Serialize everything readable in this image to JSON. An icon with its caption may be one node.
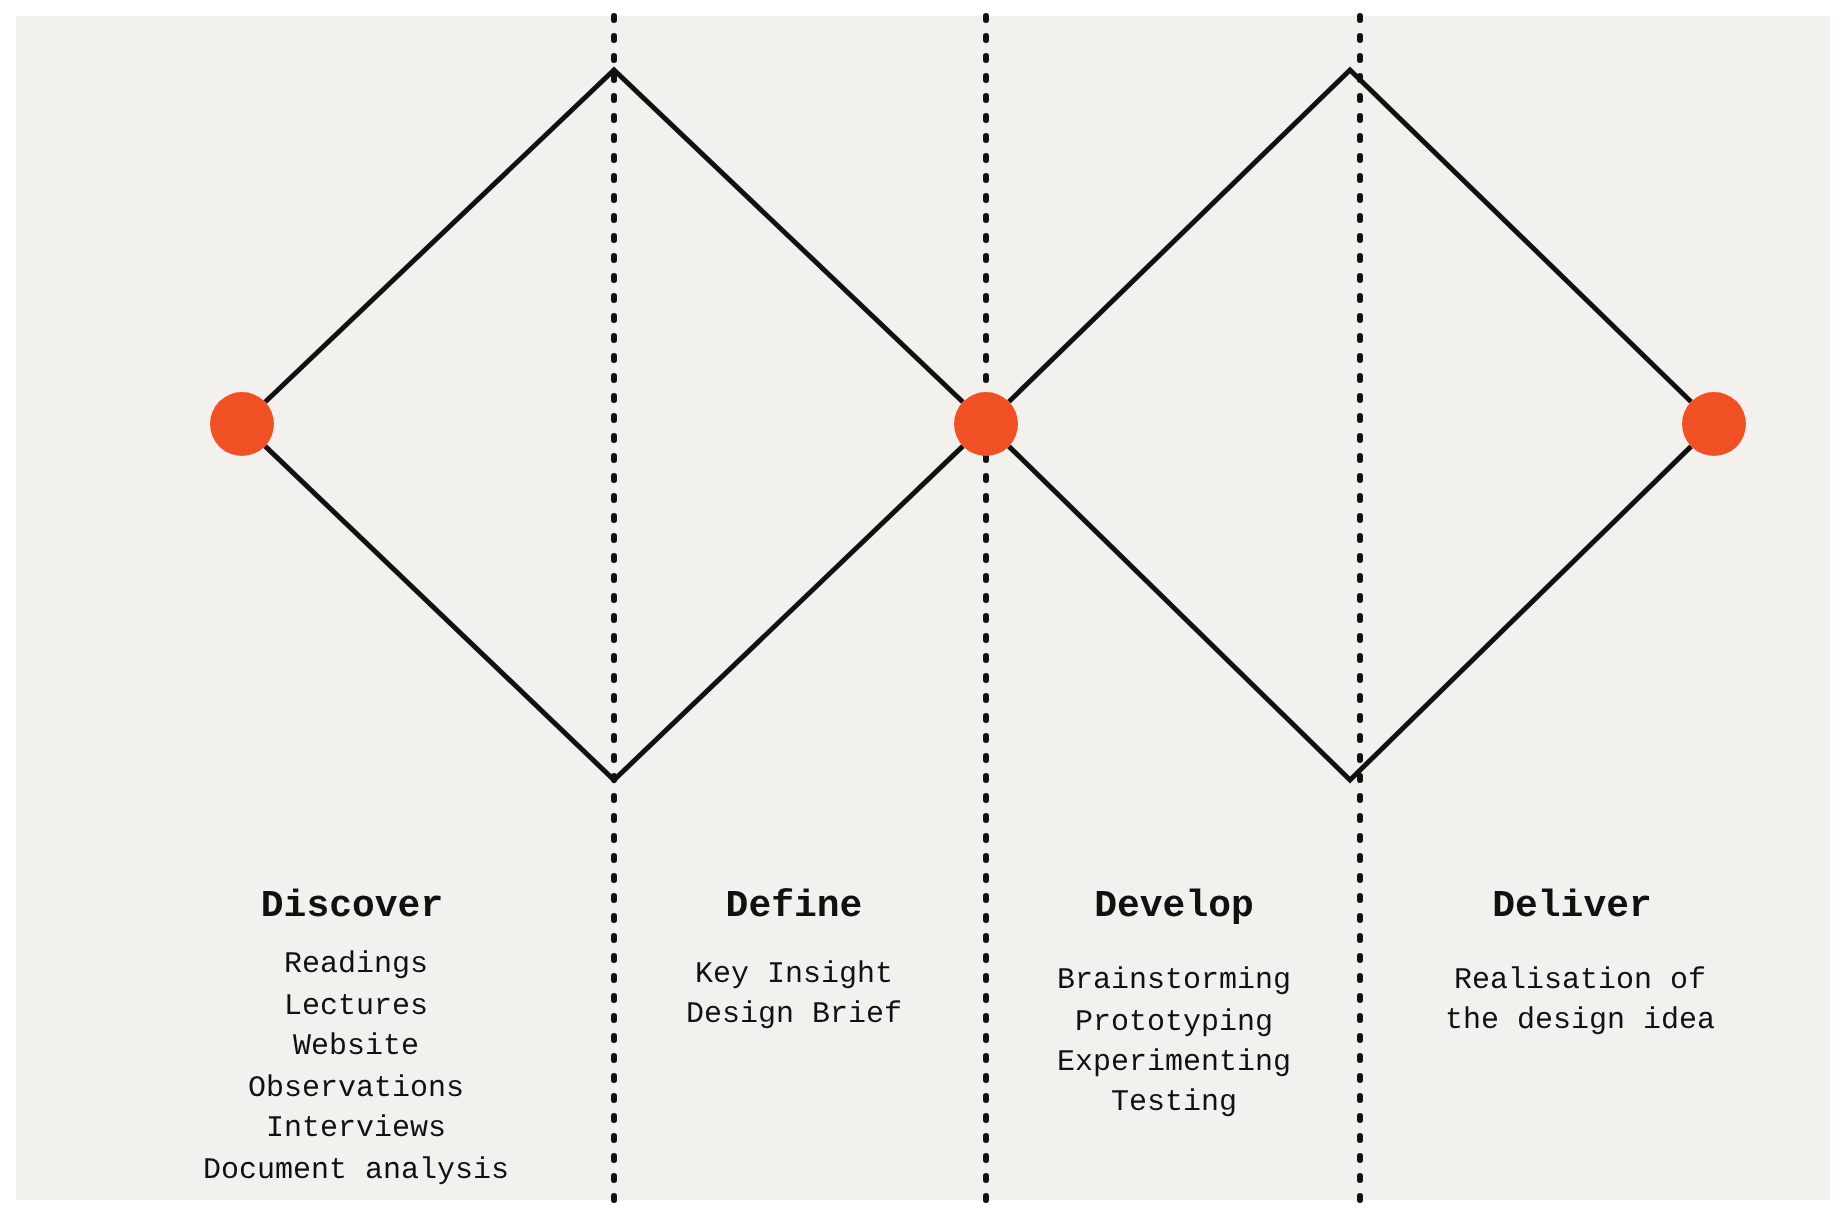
{
  "diagram": {
    "nodes": [
      {
        "text": [],
        "shape": "circle"
      },
      {
        "text": [],
        "shape": "circle"
      },
      {
        "text": [],
        "shape": "circle"
      }
    ],
    "edges": [
      {
        "from": 0,
        "to": 1,
        "arrow": "none"
      },
      {
        "from": 0,
        "to": 1,
        "arrow": "none"
      },
      {
        "from": 1,
        "to": 2,
        "arrow": "none"
      },
      {
        "from": 1,
        "to": 2,
        "arrow": "none"
      }
    ],
    "labels": [
      "Discover",
      "Readings",
      "Lectures",
      "Website",
      "Observations",
      "Interviews",
      "Document analysis",
      "Define",
      "Key Insight",
      "Design Brief",
      "Develop",
      "Brainstorming",
      "Prototyping",
      "Experimenting",
      "Testing",
      "Deliver",
      "Realisation of the design idea"
    ]
  }
}
